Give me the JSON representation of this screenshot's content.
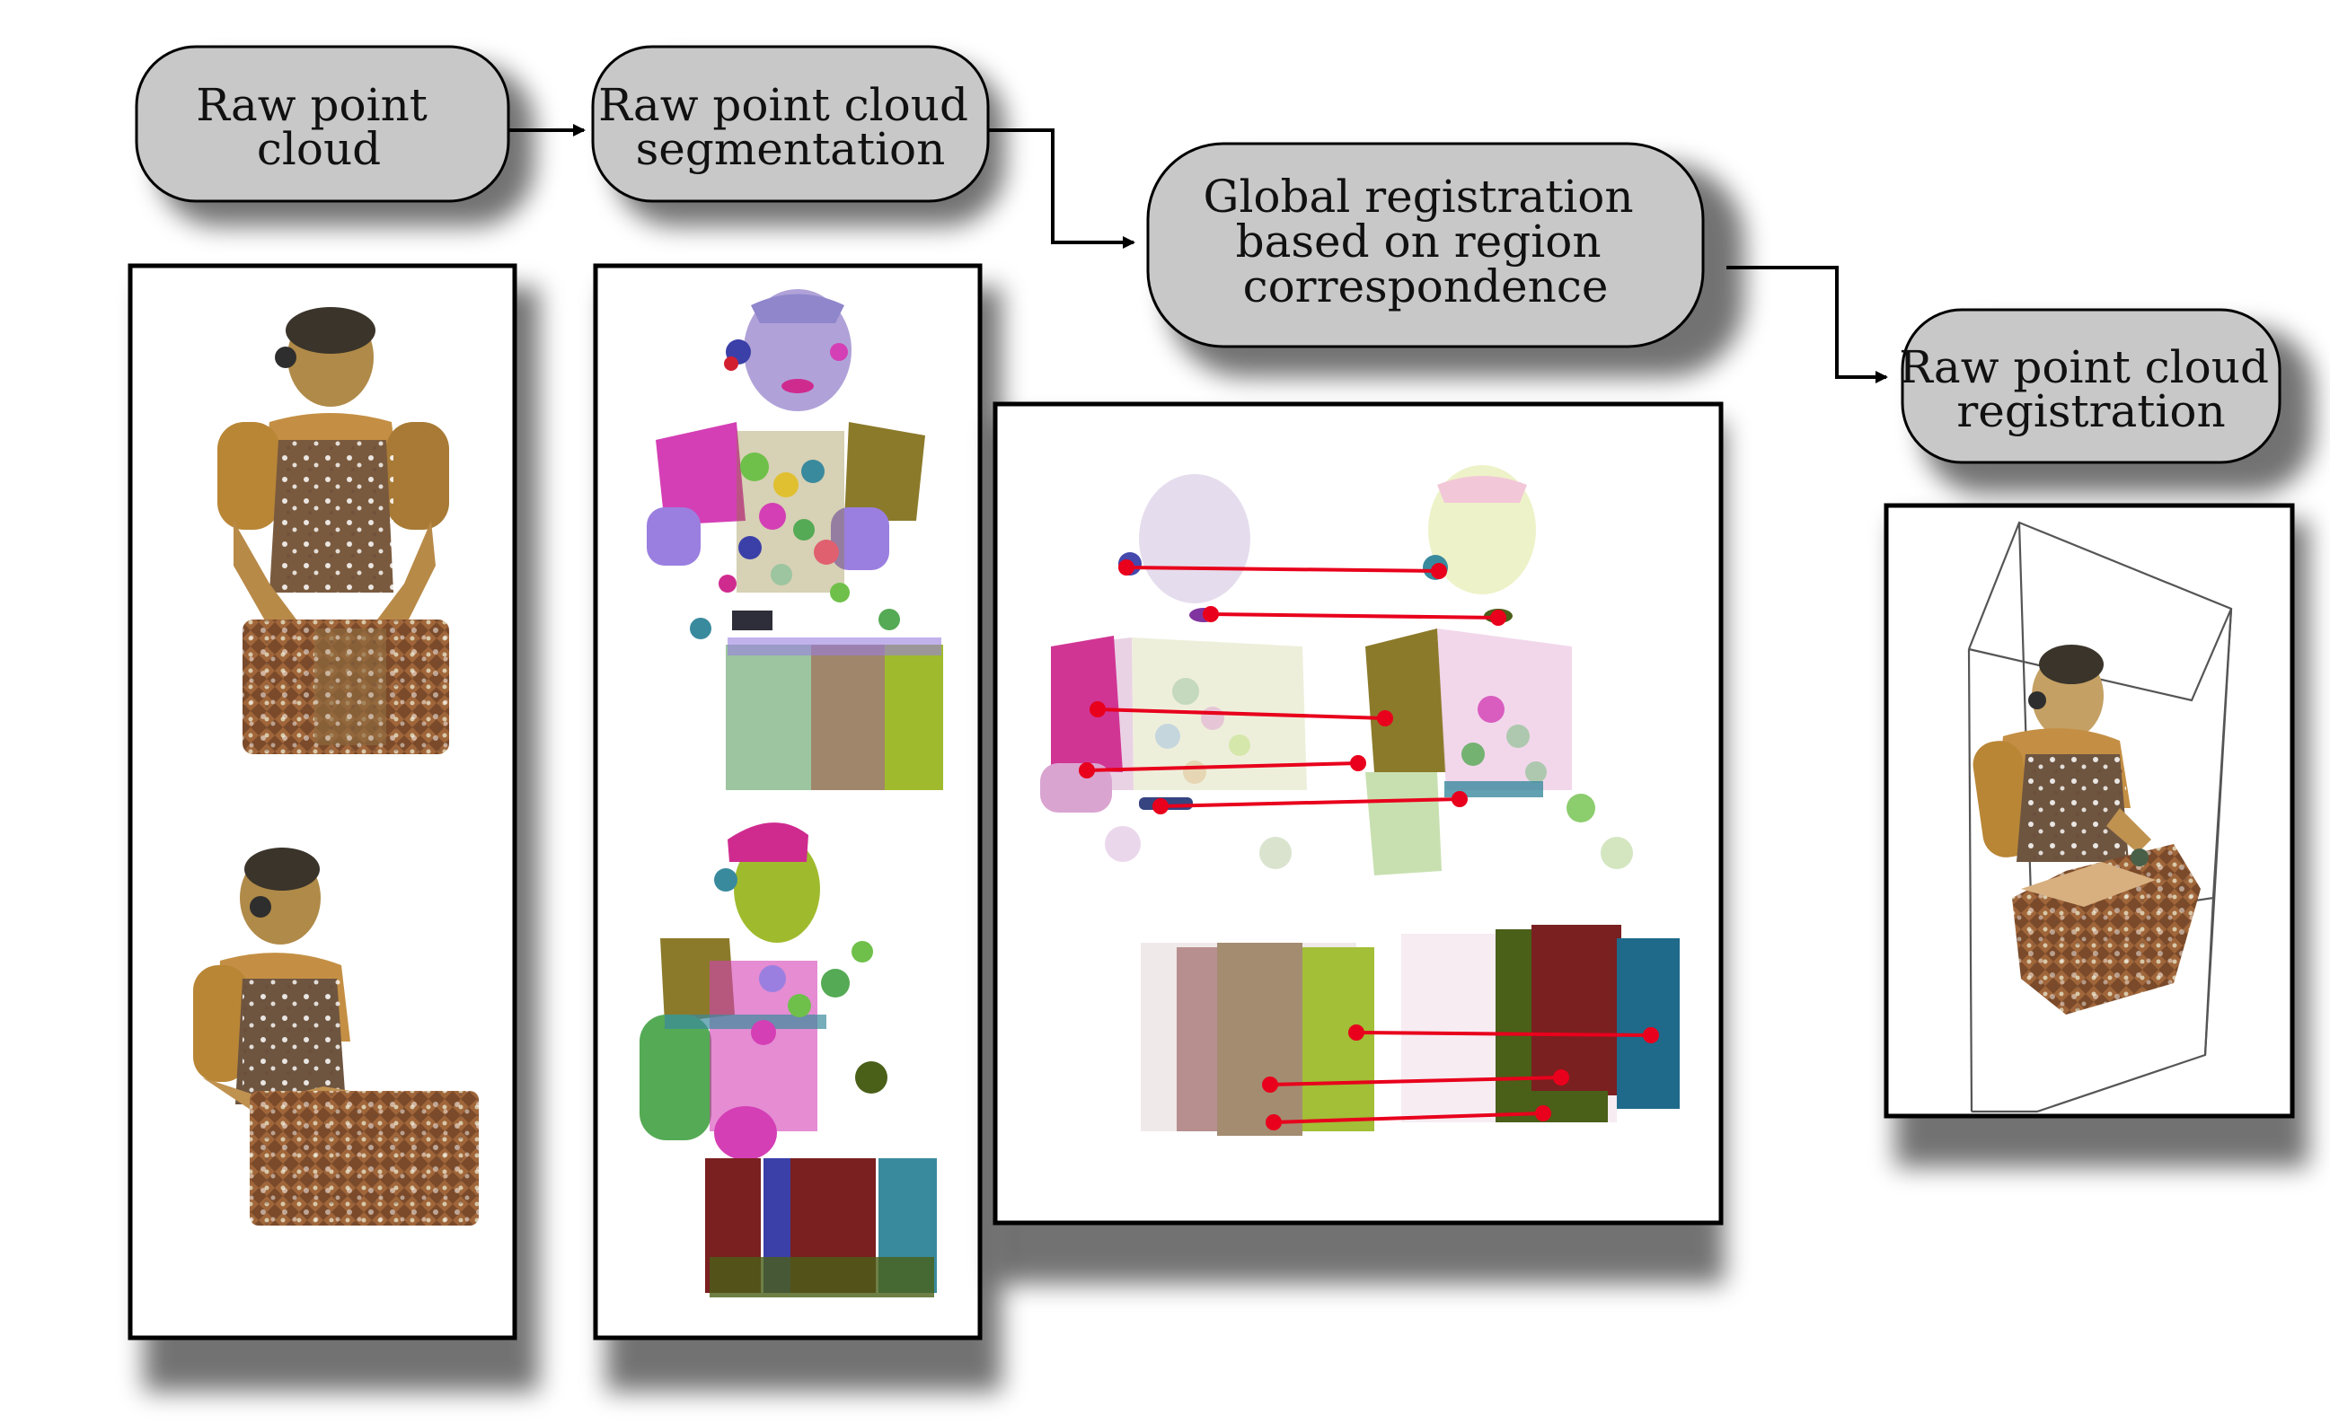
{
  "nodes": {
    "raw_cloud": {
      "lines": [
        "Raw point",
        "cloud"
      ]
    },
    "segmentation": {
      "lines": [
        "Raw point cloud",
        "segmentation"
      ]
    },
    "global_registration": {
      "lines": [
        "Global registration",
        "based on region",
        "correspondence"
      ]
    },
    "registration": {
      "lines": [
        "Raw point cloud",
        "registration"
      ]
    }
  },
  "colors": {
    "node_fill": "#c8c8c8",
    "node_stroke": "#000000",
    "frame_stroke": "#000000",
    "correspondence_line": "#e8001c",
    "skin": "#b8893f",
    "fabric": "#7a4a2a"
  },
  "segment_palette": [
    "#d43fb5",
    "#8b7a2a",
    "#9a7fe0",
    "#6fc04a",
    "#3b3fa8",
    "#b0a2d8",
    "#9cc5a0",
    "#a0866a",
    "#9fbb2d",
    "#cf2b8f",
    "#3a8a9d",
    "#7a2020",
    "#4a5f18",
    "#55aa55",
    "#e06070"
  ]
}
